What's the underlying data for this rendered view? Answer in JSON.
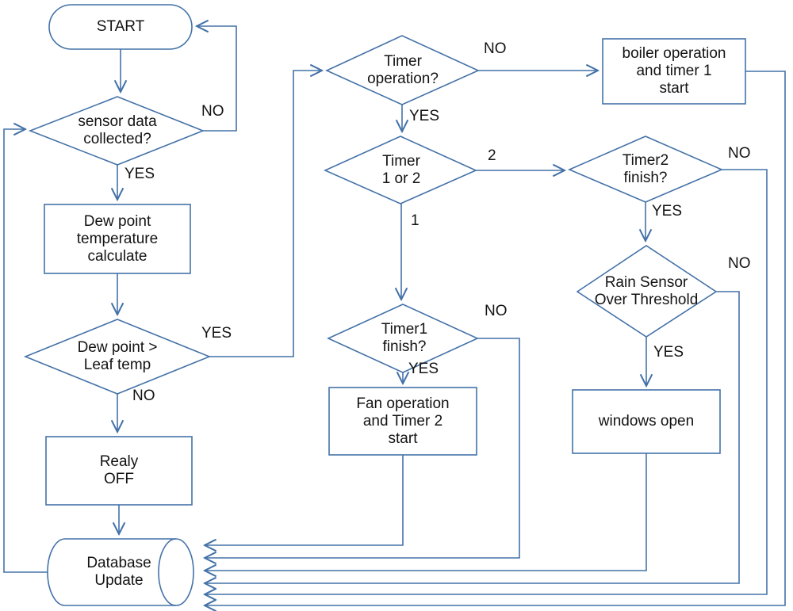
{
  "diagram": {
    "title": "Greenhouse climate control flowchart",
    "stroke_color": "#4472a8",
    "text_color": "#131313",
    "background": "#ffffff"
  },
  "nodes": {
    "start": {
      "label": "START",
      "shape": "terminator"
    },
    "sensor_data": {
      "label": "sensor data\ncollected?",
      "shape": "decision"
    },
    "dew_point_calc": {
      "label": "Dew point\ntemperature\ncalculate",
      "shape": "process"
    },
    "dew_vs_leaf": {
      "label": "Dew point >\nLeaf temp",
      "shape": "decision"
    },
    "realy_off": {
      "label": "Realy\nOFF",
      "shape": "process"
    },
    "database_update": {
      "label": "Database\nUpdate",
      "shape": "database"
    },
    "timer_operation": {
      "label": "Timer\noperation?",
      "shape": "decision"
    },
    "timer_1_or_2": {
      "label": "Timer\n1 or 2",
      "shape": "decision"
    },
    "timer1_finish": {
      "label": "Timer1\nfinish?",
      "shape": "decision"
    },
    "fan_operation": {
      "label": "Fan operation\nand Timer 2\nstart",
      "shape": "process"
    },
    "boiler_operation": {
      "label": "boiler operation\nand timer 1\nstart",
      "shape": "process"
    },
    "timer2_finish": {
      "label": "Timer2\nfinish?",
      "shape": "decision"
    },
    "rain_sensor": {
      "label": "Rain Sensor\nOver Threshold",
      "shape": "decision"
    },
    "windows_open": {
      "label": "windows open",
      "shape": "process"
    }
  },
  "edge_labels": {
    "sensor_no": "NO",
    "sensor_yes": "YES",
    "dew_yes": "YES",
    "dew_no": "NO",
    "timer_op_no": "NO",
    "timer_op_yes": "YES",
    "timer_branch_2": "2",
    "timer_branch_1": "1",
    "timer1_no": "NO",
    "timer1_yes": "YES",
    "timer2_no": "NO",
    "timer2_yes": "YES",
    "rain_no": "NO",
    "rain_yes": "YES"
  }
}
